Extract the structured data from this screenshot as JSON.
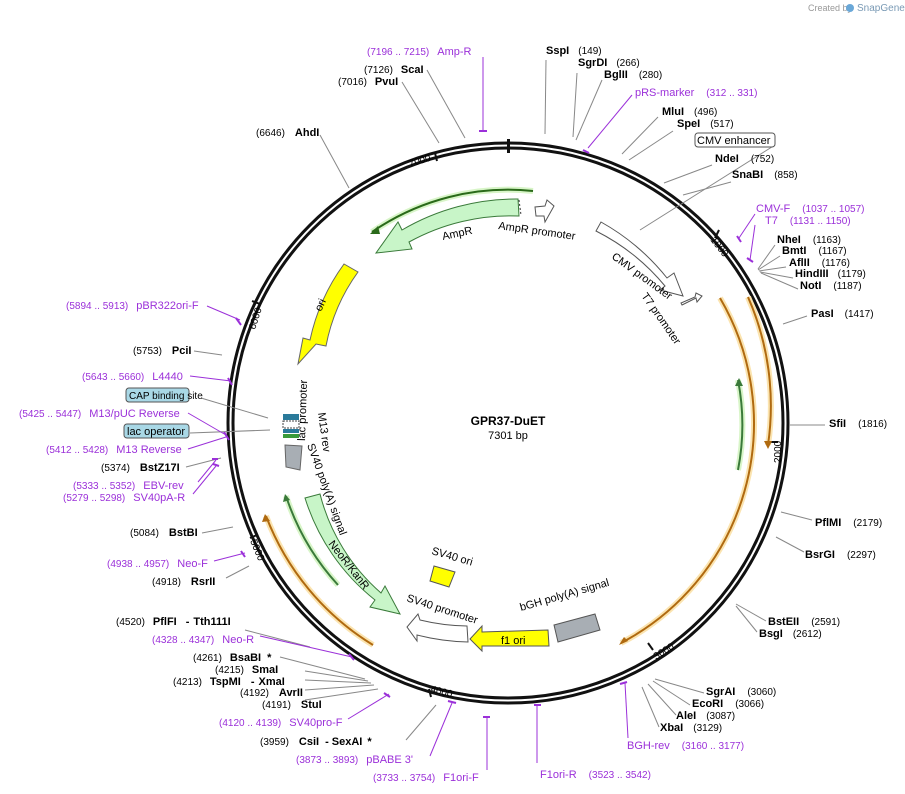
{
  "app": {
    "credit_text": "Created by",
    "brand": "SnapGene"
  },
  "plasmid": {
    "name": "GPR37-DuET",
    "length_label": "7301 bp"
  },
  "ticks": [
    "1000",
    "2000",
    "3000",
    "4000",
    "5000",
    "6000",
    "7000"
  ],
  "sites": {
    "sspi": {
      "name": "SspI",
      "pos": "(149)"
    },
    "sgrdi": {
      "name": "SgrDI",
      "pos": "(266)"
    },
    "bglii": {
      "name": "BglII",
      "pos": "(280)"
    },
    "mlui": {
      "name": "MluI",
      "pos": "(496)"
    },
    "spei": {
      "name": "SpeI",
      "pos": "(517)"
    },
    "ndei": {
      "name": "NdeI",
      "pos": "(752)"
    },
    "snabi": {
      "name": "SnaBI",
      "pos": "(858)"
    },
    "nhei": {
      "name": "NheI",
      "pos": "(1163)"
    },
    "bmti": {
      "name": "BmtI",
      "pos": "(1167)"
    },
    "aflii": {
      "name": "AflII",
      "pos": "(1176)"
    },
    "hindiii": {
      "name": "HindIII",
      "pos": "(1179)"
    },
    "noti": {
      "name": "NotI",
      "pos": "(1187)"
    },
    "pasi": {
      "name": "PasI",
      "pos": "(1417)"
    },
    "sfii": {
      "name": "SfiI",
      "pos": "(1816)"
    },
    "pflmi": {
      "name": "PflMI",
      "pos": "(2179)"
    },
    "bsrgi": {
      "name": "BsrGI",
      "pos": "(2297)"
    },
    "bsteii": {
      "name": "BstEII",
      "pos": "(2591)"
    },
    "bsgi": {
      "name": "BsgI",
      "pos": "(2612)"
    },
    "sgrai": {
      "name": "SgrAI",
      "pos": "(3060)"
    },
    "ecori": {
      "name": "EcoRI",
      "pos": "(3066)"
    },
    "alei": {
      "name": "AleI",
      "pos": "(3087)"
    },
    "xbai": {
      "name": "XbaI",
      "pos": "(3129)"
    },
    "csii": {
      "name": "CsiI",
      "sep": "-",
      "name2": "SexAI",
      "star": "*",
      "pos": "(3959)"
    },
    "stui": {
      "name": "StuI",
      "pos": "(4191)"
    },
    "avrii": {
      "name": "AvrII",
      "pos": "(4192)"
    },
    "tspmi": {
      "name": "TspMI",
      "sep": "-",
      "name2": "XmaI",
      "pos": "(4213)"
    },
    "smai": {
      "name": "SmaI",
      "pos": "(4215)"
    },
    "bsabi": {
      "name": "BsaBI",
      "star": "*",
      "pos": "(4261)"
    },
    "pflfi": {
      "name": "PflFI",
      "sep": "-",
      "name2": "Tth111I",
      "pos": "(4520)"
    },
    "rsrii": {
      "name": "RsrII",
      "pos": "(4918)"
    },
    "bstbi": {
      "name": "BstBI",
      "pos": "(5084)"
    },
    "bstz17i": {
      "name": "BstZ17I",
      "pos": "(5374)"
    },
    "pcii": {
      "name": "PciI",
      "pos": "(5753)"
    },
    "ahdi": {
      "name": "AhdI",
      "pos": "(6646)"
    },
    "pvui": {
      "name": "PvuI",
      "pos": "(7016)"
    },
    "scai": {
      "name": "ScaI",
      "pos": "(7126)"
    }
  },
  "primers": {
    "ampr": {
      "name": "Amp-R",
      "range": "(7196 .. 7215)"
    },
    "prs": {
      "name": "pRS-marker",
      "range": "(312 .. 331)"
    },
    "cmvf": {
      "name": "CMV-F",
      "range": "(1037 .. 1057)"
    },
    "t7": {
      "name": "T7",
      "range": "(1131 .. 1150)"
    },
    "bghrev": {
      "name": "BGH-rev",
      "range": "(3160 .. 3177)"
    },
    "f1orir": {
      "name": "F1ori-R",
      "range": "(3523 .. 3542)"
    },
    "f1orif": {
      "name": "F1ori-F",
      "range": "(3733 .. 3754)"
    },
    "pbabe": {
      "name": "pBABE 3'",
      "range": "(3873 .. 3893)"
    },
    "sv40pro": {
      "name": "SV40pro-F",
      "range": "(4120 .. 4139)"
    },
    "neor": {
      "name": "Neo-R",
      "range": "(4328 .. 4347)"
    },
    "neof": {
      "name": "Neo-F",
      "range": "(4938 .. 4957)"
    },
    "sv40pa": {
      "name": "SV40pA-R",
      "range": "(5279 .. 5298)"
    },
    "ebv": {
      "name": "EBV-rev",
      "range": "(5333 .. 5352)"
    },
    "m13rev": {
      "name": "M13 Reverse",
      "range": "(5412 .. 5428)"
    },
    "m13puc": {
      "name": "M13/pUC Reverse",
      "range": "(5425 .. 5447)"
    },
    "l4440": {
      "name": "L4440",
      "range": "(5643 .. 5660)"
    },
    "pbr": {
      "name": "pBR322ori-F",
      "range": "(5894 .. 5913)"
    }
  },
  "features": {
    "cmv_enhancer": "CMV enhancer",
    "cap_site": "CAP binding site",
    "lac_operator": "lac operator",
    "ampr": "AmpR",
    "ampr_promoter": "AmpR promoter",
    "cmv_promoter": "CMV promoter",
    "t7_promoter": "T7 promoter",
    "ori": "ori",
    "lac_promoter": "lac promoter",
    "m13_rev": "M13 rev",
    "sv40_polya": "SV40 poly(A) signal",
    "neor": "NeoR/KanR",
    "sv40_ori": "SV40 ori",
    "sv40_promoter": "SV40 promoter",
    "bgh_polya": "bGH poly(A) signal",
    "f1_ori": "f1 ori"
  },
  "colors": {
    "primer": "#9b30d9",
    "orf_fill": "#c8f5c8",
    "orf_stroke": "#3a7a3a",
    "ori_fill": "#ffff00",
    "orange_arc": "#e0a040",
    "gray_feature": "#a8aeb4",
    "site_box": "#a9d8e6"
  }
}
